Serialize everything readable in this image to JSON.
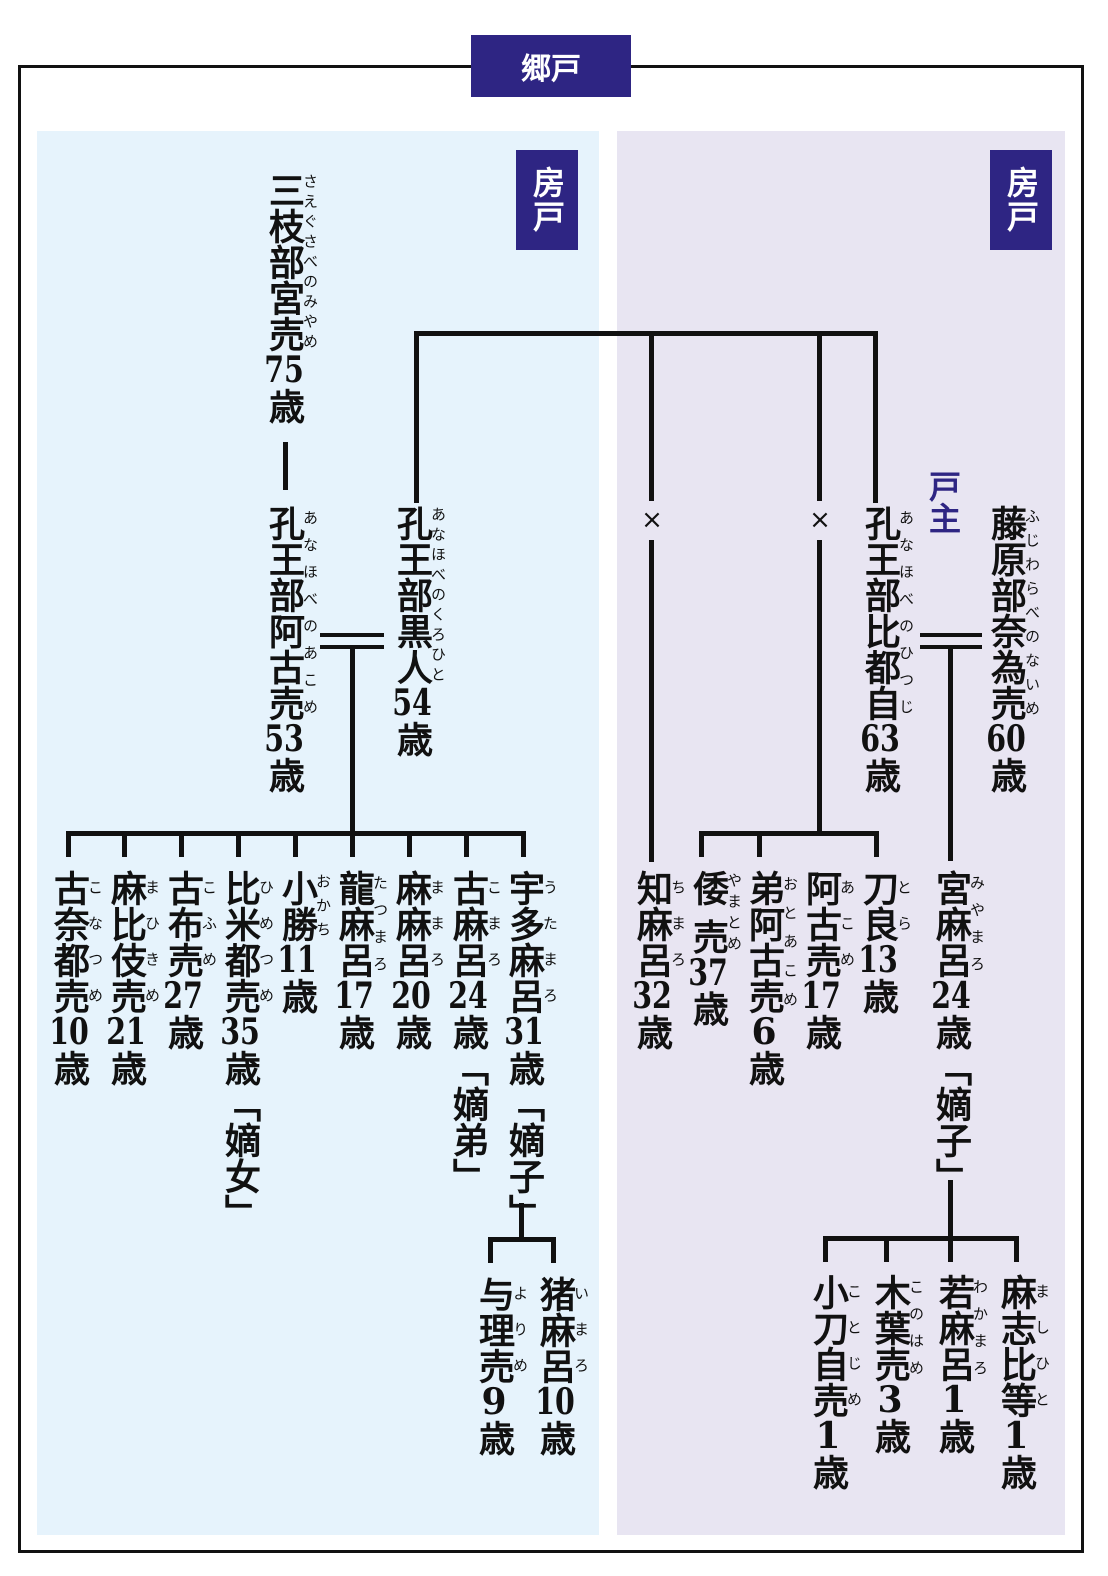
{
  "colors": {
    "label_bg": "#2e2583",
    "left_panel": "#e6f3fc",
    "right_panel": "#e8e5f2",
    "head_label": "#2e2583"
  },
  "gouko": {
    "label": "郷戸"
  },
  "left": {
    "box_label": "房戸",
    "people": {
      "saekusa": {
        "name": "三枝部宮売",
        "reading": "さえぐさべのみやめ",
        "age": "75",
        "suffix": "歳"
      },
      "akome": {
        "name": "孔王部阿古売",
        "reading": "あなほべのあこめ",
        "age": "53",
        "suffix": "歳"
      },
      "kurohito": {
        "name": "孔王部黒人",
        "reading": "あなほべのくろひと",
        "age": "54",
        "suffix": "歳"
      },
      "c1": {
        "name": "宇多麻呂",
        "reading": "うたまろ",
        "age": "31",
        "suffix": "歳",
        "note": "「嫡子」"
      },
      "c2": {
        "name": "古麻呂",
        "reading": "こまろ",
        "age": "24",
        "suffix": "歳",
        "note": "「嫡弟」"
      },
      "c3": {
        "name": "麻麻呂",
        "reading": "ままろ",
        "age": "20",
        "suffix": "歳"
      },
      "c4": {
        "name": "龍麻呂",
        "reading": "たつまろ",
        "age": "17",
        "suffix": "歳"
      },
      "c5": {
        "name": "小勝",
        "reading": "おかち",
        "age": "11",
        "suffix": "歳"
      },
      "c6": {
        "name": "比米都売",
        "reading": "ひめつめ",
        "age": "35",
        "suffix": "歳",
        "note": "「嫡女」"
      },
      "c7": {
        "name": "古布売",
        "reading": "こふめ",
        "age": "27",
        "suffix": "歳"
      },
      "c8": {
        "name": "麻比伎売",
        "reading": "まひきめ",
        "age": "21",
        "suffix": "歳"
      },
      "c9": {
        "name": "古奈都売",
        "reading": "こなつめ",
        "age": "10",
        "suffix": "歳"
      },
      "g1": {
        "name": "猪麻呂",
        "reading": "いまろ",
        "age": "10",
        "suffix": "歳"
      },
      "g2": {
        "name": "与理売",
        "reading": "よりめ",
        "age": "9",
        "suffix": "歳"
      }
    }
  },
  "right": {
    "box_label": "房戸",
    "head_label": "戸主",
    "cross": "×",
    "people": {
      "hitsuji": {
        "name": "孔王部比都自",
        "reading": "あなほべのひつじ",
        "age": "63",
        "suffix": "歳"
      },
      "naime": {
        "name": "藤原部奈為売",
        "reading": "ふじわらべのないめ",
        "age": "60",
        "suffix": "歳"
      },
      "chimaro": {
        "name": "知麻呂",
        "reading": "ちまろ",
        "age": "32",
        "suffix": "歳"
      },
      "yamatome": {
        "name": "倭 売",
        "reading": "やまとめ",
        "age": "37",
        "suffix": "歳"
      },
      "otoakome": {
        "name": "弟阿古売",
        "reading": "おとあこめ",
        "age": "6",
        "suffix": "歳"
      },
      "akome2": {
        "name": "阿古売",
        "reading": "あこめ",
        "age": "17",
        "suffix": "歳"
      },
      "tora": {
        "name": "刀良",
        "reading": "とら",
        "age": "13",
        "suffix": "歳"
      },
      "miyamaro": {
        "name": "宮麻呂",
        "reading": "みやまろ",
        "age": "24",
        "suffix": "歳",
        "note": "「嫡子」"
      },
      "mashihito": {
        "name": "麻志比等",
        "reading": "ましひと",
        "age": "1",
        "suffix": "歳"
      },
      "wakamaro": {
        "name": "若麻呂",
        "reading": "わかまろ",
        "age": "1",
        "suffix": "歳"
      },
      "konohame": {
        "name": "木葉売",
        "reading": "このはめ",
        "age": "3",
        "suffix": "歳"
      },
      "kotojime": {
        "name": "小刀自売",
        "reading": "ことじめ",
        "age": "1",
        "suffix": "歳"
      }
    }
  }
}
